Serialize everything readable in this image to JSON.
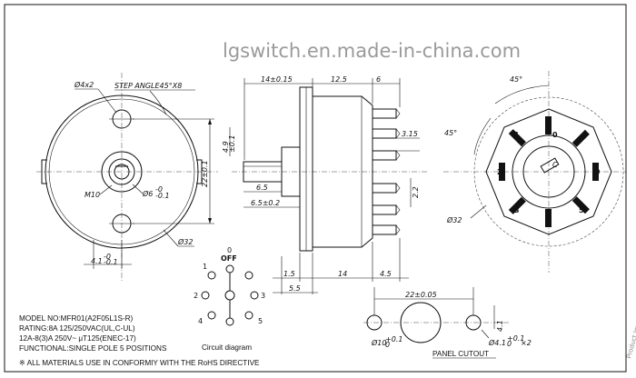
{
  "watermark": "lgswitch.en.made-in-china.com",
  "side_watermark": "Product Image",
  "front_view": {
    "hole_callout": "Ø4x2",
    "step_angle": "STEP ANGLE45°X8",
    "thread": "M10",
    "shaft_dia": "Ø6",
    "shaft_tol_upper": "-0",
    "shaft_tol_lower": "-0.1",
    "height_dim": "22±0.1",
    "hole_spacing": "4.9",
    "hole_spacing_tol": "±0.1",
    "body_dia": "Ø32",
    "flat_dim": "4.1",
    "flat_tol_upper": "-0",
    "flat_tol_lower": "-0.1"
  },
  "side_view": {
    "dim_top_left": "14±0.15",
    "dim_top_mid": "12.5",
    "dim_top_right": "6",
    "dim_315": "3.15",
    "dim_22": "2.2",
    "dim_65": "6.5",
    "dim_65_tol": "6.5±0.2",
    "dim_15": "1.5",
    "dim_14": "14",
    "dim_45": "4.5",
    "dim_55": "5.5"
  },
  "terminal_view": {
    "angle_top": "45°",
    "angle_left": "45°",
    "body_dia": "Ø32",
    "center_label": "C",
    "terminals": [
      "1",
      "2",
      "3",
      "4",
      "5",
      "9",
      "0"
    ]
  },
  "circuit_diagram": {
    "off_number": "0",
    "off_label": "OFF",
    "positions": [
      "1",
      "2",
      "3",
      "4",
      "5"
    ],
    "caption": "Circuit diagram"
  },
  "panel_cutout": {
    "dim_width": "22±0.05",
    "dim_height": "4.1",
    "hole_dia": "Ø10",
    "hole_tol_upper": "+0.1",
    "hole_tol_lower": "0",
    "small_holes": "Ø4.1",
    "small_tol_upper": "+0.1",
    "small_tol_lower": "0",
    "small_count": "×2",
    "caption": "PANEL CUTOUT"
  },
  "specs": {
    "model": "MODEL NO:MFR01(A2F05L1S-R)",
    "rating": "RATING:8A 125/250VAC(UL,C-UL)",
    "rating2": "12A-8(3)A 250V~ μT125(ENEC-17)",
    "functional": "FUNCTIONAL:SINGLE POLE 5 POSITIONS",
    "rohs": "※ ALL MATERIALS USE IN CONFORMIY WITH THE RoHS DIRECTIVE"
  }
}
